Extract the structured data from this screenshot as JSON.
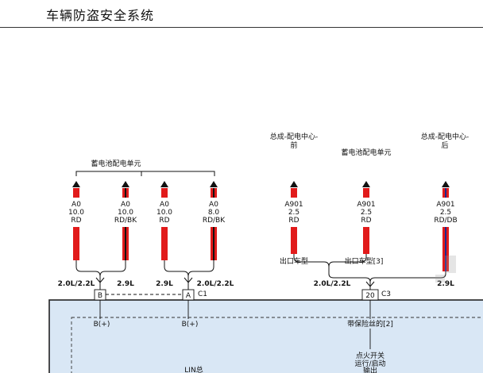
{
  "header": {
    "title": "车辆防盗安全系统"
  },
  "sources": {
    "battery_unit_left": "蓄电池配电单元",
    "center_front_line1": "总成-配电中心-",
    "center_front_line2": "前",
    "battery_unit_right": "蓄电池配电单元",
    "center_rear_line1": "总成-配电中心-",
    "center_rear_line2": "后"
  },
  "wires": [
    {
      "circuit": "A0",
      "size": "10.0",
      "color_code": "RD",
      "stripe": "#e11b1b",
      "tracer": ""
    },
    {
      "circuit": "A0",
      "size": "10.0",
      "color_code": "RD/BK",
      "stripe": "#e11b1b",
      "tracer": "#111111"
    },
    {
      "circuit": "A0",
      "size": "10.0",
      "color_code": "RD",
      "stripe": "#e11b1b",
      "tracer": ""
    },
    {
      "circuit": "A0",
      "size": "8.0",
      "color_code": "RD/BK",
      "stripe": "#e11b1b",
      "tracer": "#111111"
    },
    {
      "circuit": "A901",
      "size": "2.5",
      "color_code": "RD",
      "stripe": "#e11b1b",
      "tracer": ""
    },
    {
      "circuit": "A901",
      "size": "2.5",
      "color_code": "RD",
      "stripe": "#e11b1b",
      "tracer": ""
    },
    {
      "circuit": "A901",
      "size": "2.5",
      "color_code": "RD/DB",
      "stripe": "#e11b1b",
      "tracer": "#1d2a8f"
    }
  ],
  "options": {
    "left_1": "2.0L/2.2L",
    "left_2": "2.9L",
    "left_3": "2.9L",
    "left_4": "2.0L/2.2L",
    "export_1": "出口车型",
    "export_2": "出口车型[3]",
    "right_1": "2.0L/2.2L",
    "right_2": "2.9L"
  },
  "connectors": {
    "pin_b": "B",
    "pin_a": "A",
    "c1": "C1",
    "pin_20": "20",
    "c3": "C3"
  },
  "module": {
    "pin_b_label": "B(+)",
    "pin_a_label": "B(+)",
    "fuse_label": "带保险丝的[2]",
    "ign_line1": "点火开关",
    "ign_line2": "运行/启动",
    "ign_line3": "输出",
    "lin_label": "LIN总"
  },
  "colors": {
    "module_fill": "#d9e7f5",
    "module_border": "#222222",
    "wire_red": "#e11b1b",
    "wire_blue": "#1d2a8f"
  }
}
